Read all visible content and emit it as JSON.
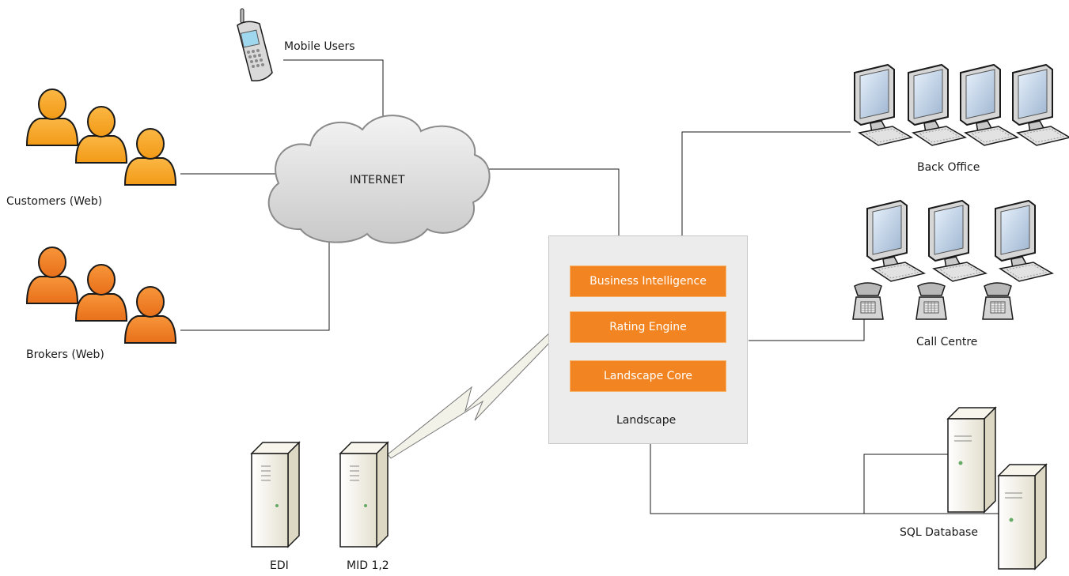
{
  "nodes": {
    "mobile_users": "Mobile Users",
    "internet": "INTERNET",
    "customers": "Customers (Web)",
    "brokers": "Brokers (Web)",
    "back_office": "Back Office",
    "call_centre": "Call Centre",
    "landscape": "Landscape",
    "edi": "EDI",
    "mid": "MID 1,2",
    "sql_database": "SQL Database"
  },
  "modules": [
    "Business Intelligence",
    "Rating Engine",
    "Landscape Core"
  ],
  "colors": {
    "module_fill": "#f28522",
    "customers_figure": "#f5a623",
    "brokers_figure": "#ef7d22",
    "connector": "#1a1a1a",
    "landscape_box": "#ececec",
    "cloud": "#dcdcdc"
  }
}
